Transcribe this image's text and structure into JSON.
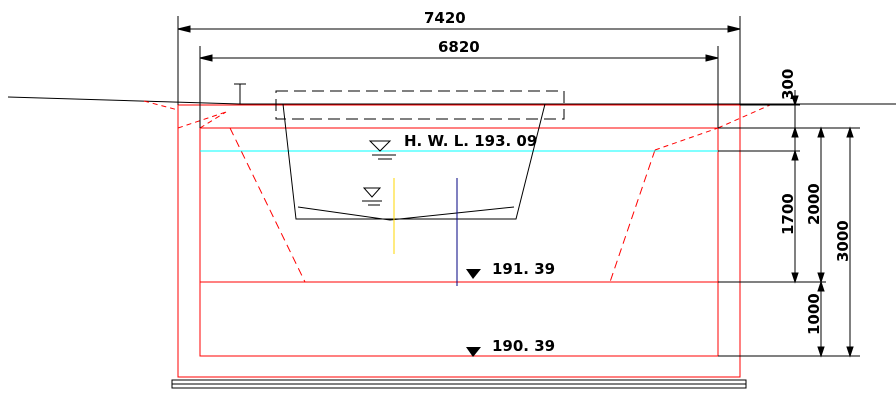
{
  "dimensions": {
    "overall_width": "7420",
    "inner_width": "6820",
    "freeboard_top": "300",
    "water_depth": "1700",
    "inner_height": "2000",
    "total_height": "3000",
    "base_depth": "1000"
  },
  "levels": {
    "hwl_label": "H. W. L. 193. 09",
    "mid_level": "191. 39",
    "bottom_level": "190. 39"
  },
  "colors": {
    "structure": "#ff0000",
    "water_line": "#00ffff",
    "dimension": "#000000",
    "yellow_marker": "#ffd700",
    "blue_marker": "#000080"
  }
}
